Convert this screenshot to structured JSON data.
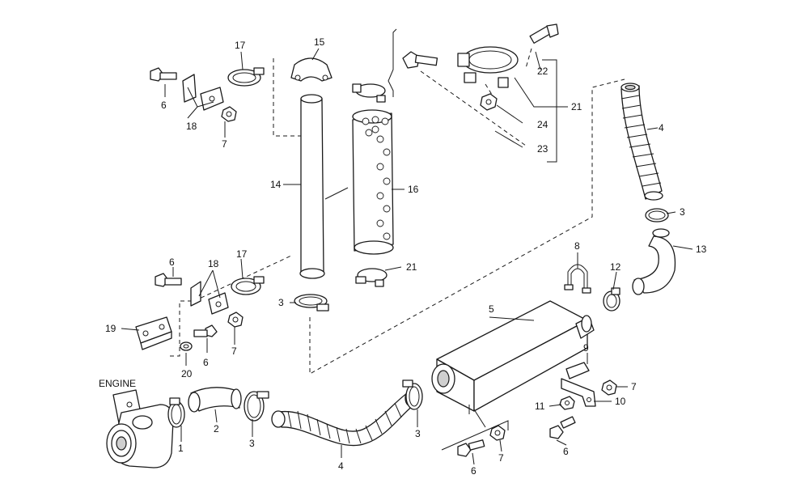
{
  "diagram": {
    "engine_label": "ENGINE",
    "callouts": {
      "c1": "1",
      "c2": "2",
      "c3a": "3",
      "c3b": "3",
      "c3c": "3",
      "c3d": "3",
      "c4a": "4",
      "c4b": "4",
      "c5": "5",
      "c6a": "6",
      "c6b": "6",
      "c6c": "6",
      "c6d": "6",
      "c6e": "6",
      "c7a": "7",
      "c7b": "7",
      "c7c": "7",
      "c7d": "7",
      "c8": "8",
      "c9": "9",
      "c10": "10",
      "c11": "11",
      "c12": "12",
      "c13": "13",
      "c14": "14",
      "c15": "15",
      "c16": "16",
      "c17a": "17",
      "c17b": "17",
      "c18a": "18",
      "c18b": "18",
      "c19": "19",
      "c20": "20",
      "c21a": "21",
      "c21b": "21",
      "c22": "22",
      "c23": "23",
      "c24": "24"
    }
  }
}
